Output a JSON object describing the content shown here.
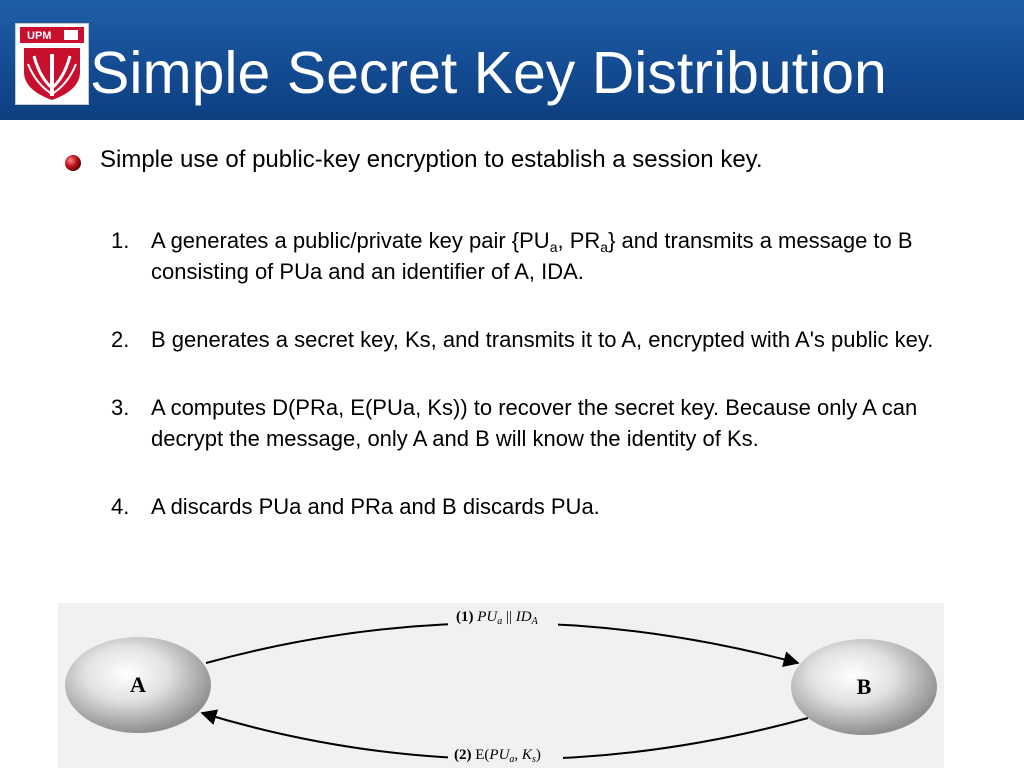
{
  "slide": {
    "title": "Simple Secret Key Distribution",
    "logo_text": "UPM",
    "intro": "Simple use of public-key encryption to establish a session key.",
    "steps": [
      {
        "num": "1.",
        "t1": "A generates a public/private key pair {PU",
        "s1": "a",
        "t2": ", PR",
        "s2": "a",
        "t3": "} and transmits a message to B consisting of PUa and an identifier of A, IDA."
      },
      {
        "num": "2.",
        "t1": "B generates a secret key, Ks, and transmits it to A, encrypted with A's public key."
      },
      {
        "num": "3.",
        "t1": "A computes D(PRa, E(PUa, Ks)) to recover the secret key. Because only A can decrypt the message, only A and B will know the identity of Ks."
      },
      {
        "num": "4.",
        "t1": "A discards PUa and PRa and B discards PUa."
      }
    ]
  },
  "figure": {
    "node_a": "A",
    "node_b": "B",
    "msg1": {
      "num": "(1)",
      "t1": "PU",
      "s1": "a",
      "sep": " || ",
      "t2": "ID",
      "s2": "A"
    },
    "msg2": {
      "num": "(2)",
      "fn": "E(",
      "t1": "PU",
      "s1": "a",
      "comma": ", ",
      "t2": "K",
      "s2": "s",
      "close": ")"
    }
  },
  "colors": {
    "header_bg": "#144c92",
    "title_text": "#ffffff",
    "bullet": "#c0161c",
    "logo_red": "#c8102e",
    "figure_bg": "#f1f1f1"
  }
}
